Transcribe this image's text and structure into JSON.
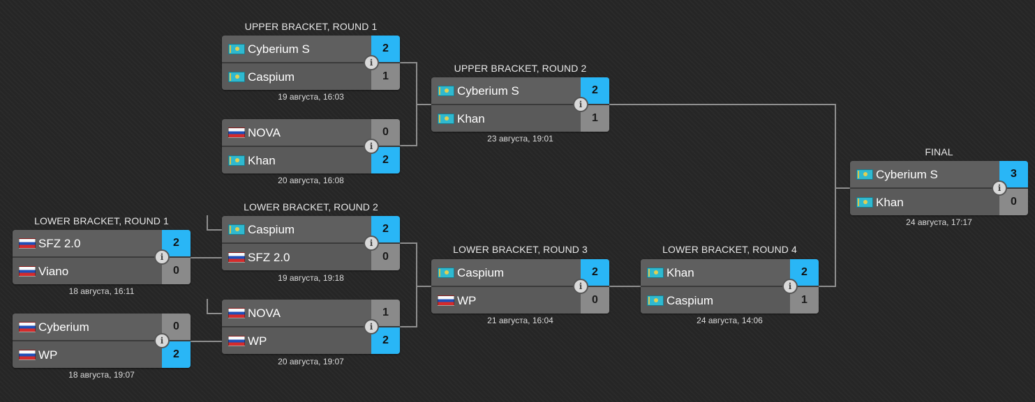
{
  "rounds": {
    "ub_r1": {
      "title": "UPPER BRACKET, ROUND 1"
    },
    "ub_r2": {
      "title": "UPPER BRACKET, ROUND 2"
    },
    "lb_r1": {
      "title": "LOWER BRACKET, ROUND 1"
    },
    "lb_r2": {
      "title": "LOWER BRACKET, ROUND 2"
    },
    "lb_r3": {
      "title": "LOWER BRACKET, ROUND 3"
    },
    "lb_r4": {
      "title": "LOWER BRACKET, ROUND 4"
    },
    "final": {
      "title": "FINAL"
    }
  },
  "matches": {
    "ub_r1_m1": {
      "date": "19 августа, 16:03",
      "top": {
        "name": "Cyberium S",
        "flag": "kz",
        "score": "2",
        "winner": true
      },
      "bottom": {
        "name": "Caspium",
        "flag": "kz",
        "score": "1",
        "winner": false
      }
    },
    "ub_r1_m2": {
      "date": "20 августа, 16:08",
      "top": {
        "name": "NOVA",
        "flag": "ru",
        "score": "0",
        "winner": false
      },
      "bottom": {
        "name": "Khan",
        "flag": "kz",
        "score": "2",
        "winner": true
      }
    },
    "ub_r2_m1": {
      "date": "23 августа, 19:01",
      "top": {
        "name": "Cyberium S",
        "flag": "kz",
        "score": "2",
        "winner": true
      },
      "bottom": {
        "name": "Khan",
        "flag": "kz",
        "score": "1",
        "winner": false
      }
    },
    "lb_r1_m1": {
      "date": "18 августа, 16:11",
      "top": {
        "name": "SFZ 2.0",
        "flag": "ru",
        "score": "2",
        "winner": true
      },
      "bottom": {
        "name": "Viano",
        "flag": "ru",
        "score": "0",
        "winner": false
      }
    },
    "lb_r1_m2": {
      "date": "18 августа, 19:07",
      "top": {
        "name": "Cyberium",
        "flag": "ru",
        "score": "0",
        "winner": false
      },
      "bottom": {
        "name": "WP",
        "flag": "ru",
        "score": "2",
        "winner": true
      }
    },
    "lb_r2_m1": {
      "date": "19 августа, 19:18",
      "top": {
        "name": "Caspium",
        "flag": "kz",
        "score": "2",
        "winner": true
      },
      "bottom": {
        "name": "SFZ 2.0",
        "flag": "ru",
        "score": "0",
        "winner": false
      }
    },
    "lb_r2_m2": {
      "date": "20 августа, 19:07",
      "top": {
        "name": "NOVA",
        "flag": "ru",
        "score": "1",
        "winner": false
      },
      "bottom": {
        "name": "WP",
        "flag": "ru",
        "score": "2",
        "winner": true
      }
    },
    "lb_r3_m1": {
      "date": "21 августа, 16:04",
      "top": {
        "name": "Caspium",
        "flag": "kz",
        "score": "2",
        "winner": true
      },
      "bottom": {
        "name": "WP",
        "flag": "ru",
        "score": "0",
        "winner": false
      }
    },
    "lb_r4_m1": {
      "date": "24 августа, 14:06",
      "top": {
        "name": "Khan",
        "flag": "kz",
        "score": "2",
        "winner": true
      },
      "bottom": {
        "name": "Caspium",
        "flag": "kz",
        "score": "1",
        "winner": false
      }
    },
    "final_m1": {
      "date": "24 августа, 17:17",
      "top": {
        "name": "Cyberium S",
        "flag": "kz",
        "score": "3",
        "winner": true
      },
      "bottom": {
        "name": "Khan",
        "flag": "kz",
        "score": "0",
        "winner": false
      }
    }
  },
  "info_icon_glyph": "i",
  "colors": {
    "background": "#262626",
    "win_score": "#29b6f6",
    "loss_score": "#8a8a8a",
    "connector": "#8f8f8f"
  }
}
